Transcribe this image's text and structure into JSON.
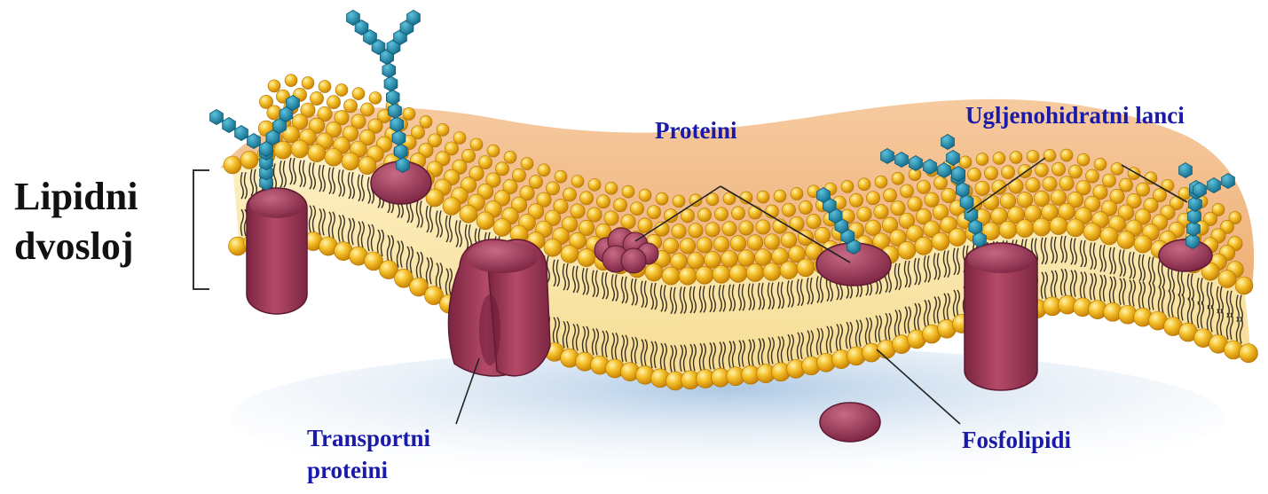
{
  "labels": {
    "bilayer_line1": "Lipidni",
    "bilayer_line2": "dvosloj",
    "proteins": "Proteini",
    "carbohydrate_chains": "Ugljenohidratni lanci",
    "transport_line1": "Transportni",
    "transport_line2": "proteini",
    "phospholipids": "Fosfolipidi"
  },
  "colors": {
    "label_blue": "#1a1aa8",
    "label_black": "#111111",
    "lipid_head": "#f4b41c",
    "lipid_tail": "#3a3020",
    "membrane_core": "#fbe6a6",
    "membrane_top": "#f2be82",
    "protein": "#9c3350",
    "sugar": "#1f8eb0",
    "shadow": "#bcd4ea"
  }
}
